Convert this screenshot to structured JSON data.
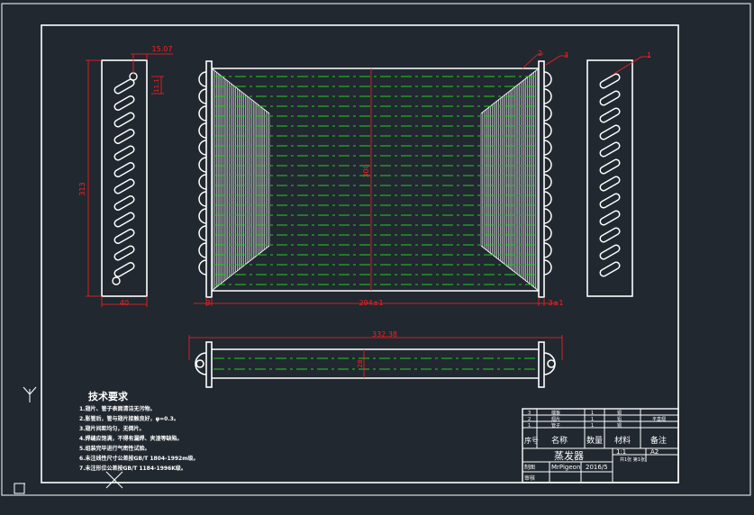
{
  "drawing": {
    "background": "#212830",
    "line_color": "#ffffff",
    "dim_color": "#ff2020",
    "center_color": "#22cc22"
  },
  "dimensions": {
    "hole_pitch": "15.07",
    "hole_offset": "11.1",
    "plate_height": "313",
    "plate_width": "40",
    "core_height": "300",
    "core_width": "294±1",
    "left_gap": "3",
    "right_gap": "3±1",
    "total_length": "332.38",
    "tube_dia": "28"
  },
  "balloons": {
    "b1": "1",
    "b2": "2",
    "b3": "3"
  },
  "notes": {
    "title": "技术要求",
    "lines": [
      "1.翅片、管子表面清洁无污物。",
      "2.胀管后，管与翅片接触良好，φ=0.3。",
      "3.翅片间距均匀，无倒片。",
      "4.焊缝应饱满，不得有漏焊、夹渣等缺陷。",
      "5.组装完毕进行气密性试验。",
      "6.未注线性尺寸公差按GB/T 1804-1992m级。",
      "7.未注形位公差按GB/T 1184-1996K级。"
    ]
  },
  "title_block": {
    "bom": [
      {
        "no": "3",
        "name": "端板",
        "qty": "1",
        "material": "铜",
        "note": ""
      },
      {
        "no": "2",
        "name": "翅片",
        "qty": "1",
        "material": "铝",
        "note": "平直翅"
      },
      {
        "no": "1",
        "name": "管子",
        "qty": "1",
        "material": "铜",
        "note": ""
      }
    ],
    "headers": {
      "no": "序号",
      "name": "名称",
      "qty": "数量",
      "material": "材料",
      "note": "备注"
    },
    "drawing_name": "蒸发器",
    "scale": "1:1",
    "sheet_size": "A2",
    "sheet_info": "共1张 第1张",
    "designer_label": "制图",
    "designer": "MrPigeon",
    "date": "2016/5",
    "checker_label": "审核"
  }
}
